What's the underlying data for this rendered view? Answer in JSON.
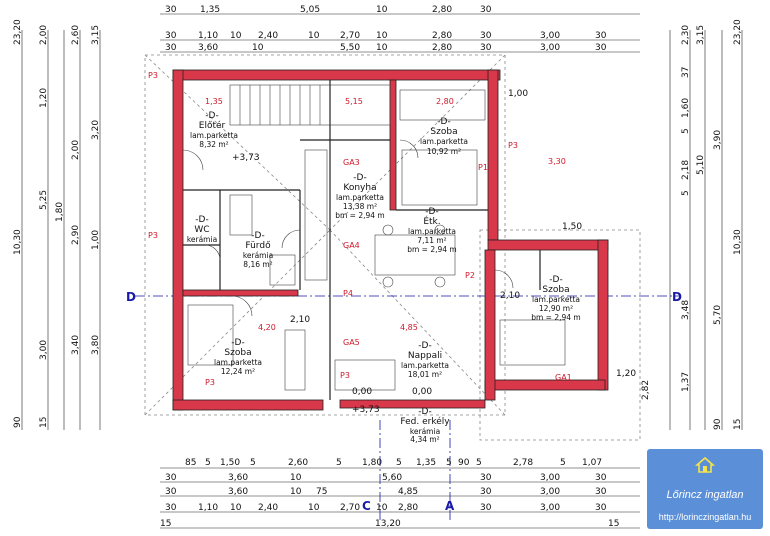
{
  "rooms": [
    {
      "name": "-D-",
      "title": "Előtér",
      "floor": "lam.parketta",
      "area": "8,32 m²"
    },
    {
      "name": "-D-",
      "title": "Szoba",
      "floor": "lam.parketta",
      "area": "10,92 m²"
    },
    {
      "name": "-D-",
      "title": "Konyha",
      "floor": "lam.parketta",
      "area": "13,38 m²",
      "height": "bm = 2,94 m"
    },
    {
      "name": "-D-",
      "title": "Étk.",
      "floor": "lam.parketta",
      "area": "7,11 m²",
      "height": "bm = 2,94 m"
    },
    {
      "name": "-D-",
      "title": "WC",
      "floor": "kerámia"
    },
    {
      "name": "-D-",
      "title": "Fürdő",
      "floor": "kerámia",
      "area": "8,16 m²"
    },
    {
      "name": "-D-",
      "title": "Szoba",
      "floor": "lam.parketta",
      "area": "12,90 m²",
      "height": "bm = 2,94 m"
    },
    {
      "name": "-D-",
      "title": "Szoba",
      "floor": "lam.parketta",
      "area": "12,24 m²"
    },
    {
      "name": "-D-",
      "title": "Nappali",
      "floor": "lam.parketta",
      "area": "18,01 m²"
    },
    {
      "name": "-D-",
      "title": "Fed. erkély",
      "floor": "kerámia",
      "area": "4,34 m²"
    }
  ],
  "dims_top": {
    "row1": [
      "30",
      "1,35",
      "5,05",
      "10",
      "2,80",
      "30"
    ],
    "row2": [
      "30",
      "1,10",
      "10",
      "2,40",
      "10",
      "2,70",
      "10",
      "2,80",
      "30",
      "3,00",
      "30"
    ],
    "row3": [
      "30",
      "3,60",
      "10",
      "5,50",
      "10",
      "2,80",
      "30",
      "3,00",
      "30"
    ]
  },
  "dims_bottom": {
    "row1": [
      "85",
      "5",
      "1,50",
      "5",
      "2,60",
      "5",
      "1,80",
      "5",
      "1,35",
      "5",
      "90",
      "5",
      "2,78",
      "5",
      "1,07"
    ],
    "row2": [
      "30",
      "3,60",
      "10",
      "5,60",
      "30",
      "3,00",
      "30"
    ],
    "row3": [
      "30",
      "3,60",
      "10",
      "75",
      "4,85",
      "30",
      "3,00",
      "30"
    ],
    "row4": [
      "30",
      "1,10",
      "10",
      "2,40",
      "10",
      "2,70",
      "10",
      "2,80",
      "30",
      "3,00",
      "30"
    ],
    "row5": [
      "15",
      "13,20",
      "15"
    ]
  },
  "dims_left": [
    "23,20",
    "2,00",
    "2,60",
    "3,15",
    "1,20",
    "3,20",
    "2,00",
    "5,25",
    "2,90",
    "1,80",
    "1,00",
    "10,30",
    "3,00",
    "3,40",
    "3,80",
    "90",
    "15"
  ],
  "dims_right": [
    "23,20",
    "2,30",
    "3,15",
    "37",
    "1,60",
    "5",
    "2,18",
    "5",
    "5,10",
    "3,90",
    "10,30",
    "3,48",
    "5,70",
    "1,37",
    "2,82",
    "90",
    "15"
  ],
  "interior_labels": [
    "1,35",
    "5,15",
    "2,80",
    "4,20",
    "4,85",
    "2,10",
    "2,10",
    "3,30",
    "1,50",
    "1,00",
    "1,20"
  ],
  "red_labels": [
    "P3",
    "P3",
    "P3",
    "P4",
    "GA3",
    "GA4",
    "GA5",
    "P3",
    "P3",
    "P2",
    "GA1",
    "P1"
  ],
  "levels": [
    "+3,73",
    "0,00",
    "0,00",
    "+3,73"
  ],
  "axis": {
    "left": "D",
    "right": "D"
  },
  "section_letters": [
    "C",
    "A"
  ],
  "logo": {
    "name": "Lőrincz ingatlan",
    "url": "http://lorinczingatlan.hu",
    "icon": "house-icon"
  }
}
